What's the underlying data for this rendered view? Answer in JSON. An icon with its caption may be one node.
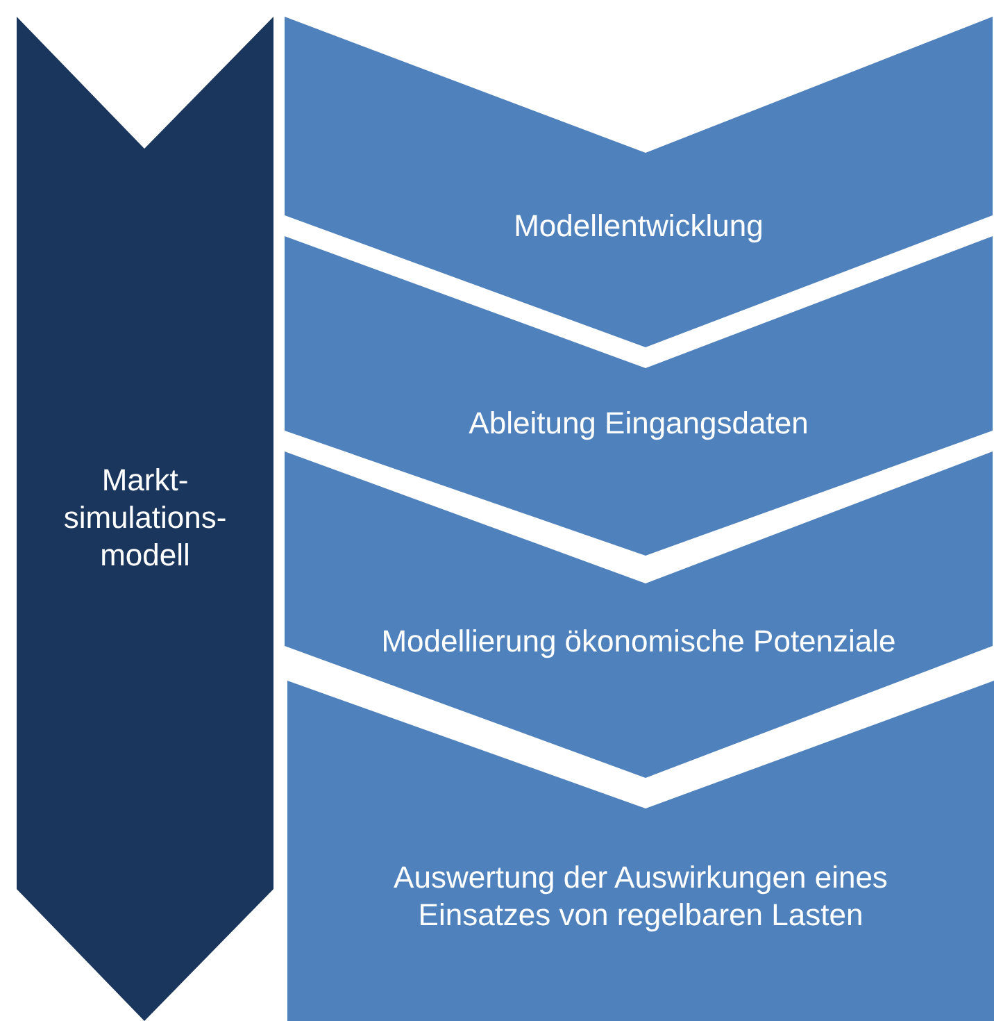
{
  "diagram": {
    "nodes": [
      {
        "text": [
          "Markt- simulations- modell"
        ]
      },
      {
        "text": [
          "Modellentwicklung"
        ]
      },
      {
        "text": [
          "Ableitung Eingangsdaten"
        ]
      },
      {
        "text": [
          "Modellierung ökonomische Potenziale"
        ]
      },
      {
        "text": [
          "Auswertung der Auswirkungen eines Einsatzes von regelbaren Lasten"
        ]
      }
    ],
    "edges": []
  }
}
